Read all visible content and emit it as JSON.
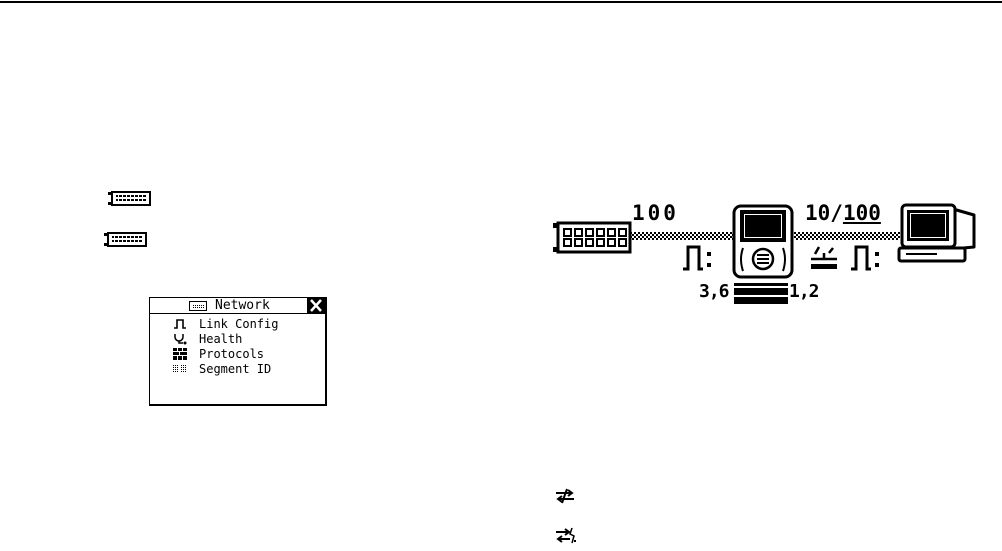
{
  "colors": {
    "foreground": "#000000",
    "background": "#ffffff"
  },
  "left_icons": [
    {
      "icon": "hub-icon"
    },
    {
      "icon": "hub-icon"
    }
  ],
  "menu": {
    "title": "Network",
    "title_icon": "hub-icon",
    "close_icon": "close-icon",
    "items": [
      {
        "label": "Link Config",
        "icon": "pulse-icon"
      },
      {
        "label": "Health",
        "icon": "stethoscope-icon"
      },
      {
        "label": "Protocols",
        "icon": "protocols-icon"
      },
      {
        "label": "Segment ID",
        "icon": "segment-id-icon"
      }
    ]
  },
  "diagram": {
    "left_node_icon": "hub-icon",
    "center_node_icon": "tester-icon",
    "right_node_icon": "computer-icon",
    "left_link": {
      "speed": "100",
      "signal_icon": "pulse-icon"
    },
    "right_link": {
      "speed_prefix": "10/",
      "speed_active": "100",
      "polarity_icon": "connector-icon",
      "signal_icon": "pulse-icon"
    },
    "pair_labels": {
      "left": "3,6",
      "right": "1,2"
    },
    "pair_bar_icon": "cable-pairs-icon"
  },
  "bottom_icons": [
    {
      "icon": "link-mismatch-icon"
    },
    {
      "icon": "link-fault-icon"
    }
  ]
}
